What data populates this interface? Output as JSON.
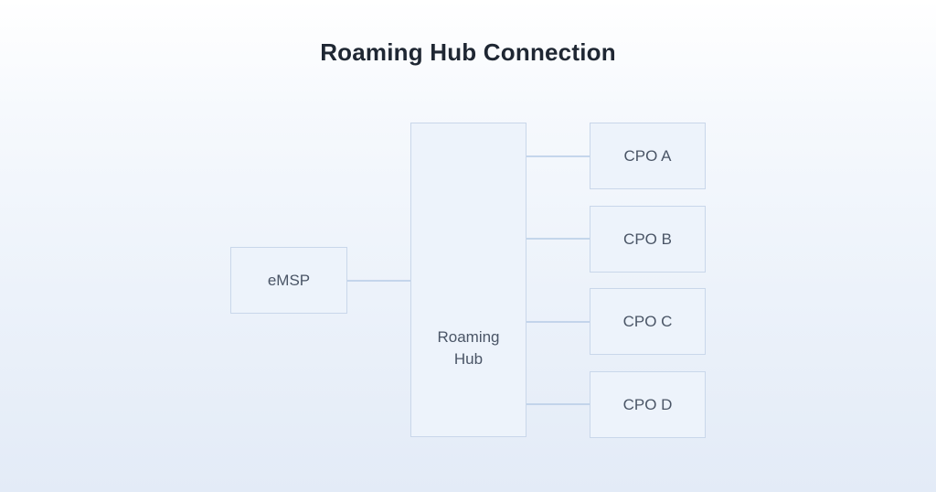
{
  "title": "Roaming Hub Connection",
  "nodes": {
    "emsp": "eMSP",
    "hub_line1": "Roaming",
    "hub_line2": "Hub",
    "cpo_a": "CPO A",
    "cpo_b": "CPO B",
    "cpo_c": "CPO C",
    "cpo_d": "CPO D"
  },
  "colors": {
    "box_fill": "#edf3fb",
    "box_border": "#c9d7ea",
    "connector": "#b6cbe6",
    "title_text": "#1f2733"
  }
}
